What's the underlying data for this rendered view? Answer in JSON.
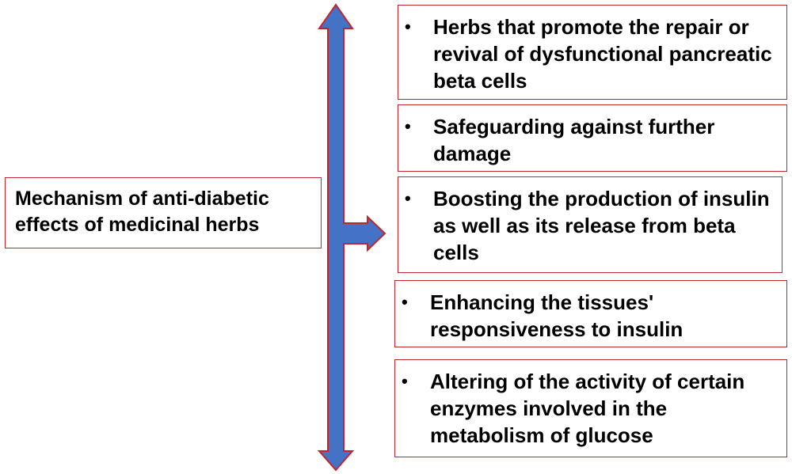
{
  "main_label": "Mechanism of anti-diabetic effects of medicinal herbs",
  "bullet_char": "•",
  "items": [
    {
      "text": "Herbs that promote the repair or revival of dysfunctional pancreatic beta cells"
    },
    {
      "text": "Safeguarding against further damage"
    },
    {
      "text": "Boosting the production of insulin as well as its release from beta cells"
    },
    {
      "text": "Enhancing the tissues' responsiveness to insulin"
    },
    {
      "text": "Altering of the activity of certain enzymes involved in the metabolism of glucose"
    }
  ],
  "colors": {
    "arrow_fill": "#4472c4",
    "arrow_stroke": "#c0262d",
    "box_border": "#c0262d"
  }
}
